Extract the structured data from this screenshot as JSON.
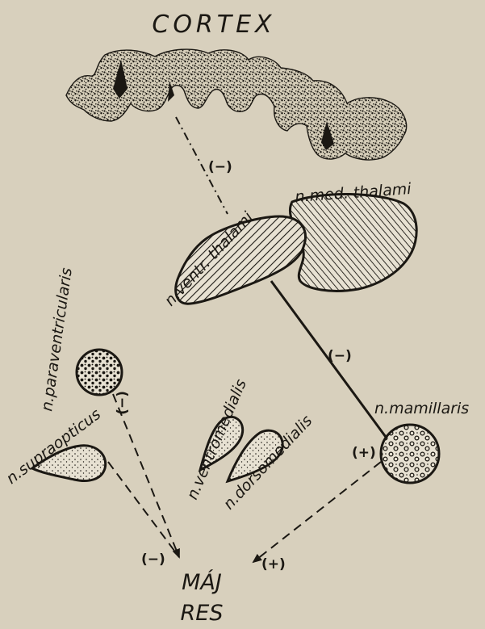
{
  "labels": {
    "cortex": "CORTEX",
    "n_ventr_thalami": "n.ventr. thalami",
    "n_med_thalami": "n.med. thalami",
    "n_paraventricularis": "n.paraventricularis",
    "n_supraopticus": "n.supraopticus",
    "n_ventromedialis": "n.ventromedialis",
    "n_dorsomedialis": "n.dorsomedialis",
    "n_mamillaris": "n.mamillaris",
    "maj": "MÁJ",
    "res": "RES"
  },
  "signs": {
    "cortex_to_thalamus": "(−)",
    "thalamus_to_mamillaris": "(−)",
    "paraventricularis_path": "(−)",
    "at_maj_left": "(−)",
    "at_maj_right": "(+)",
    "mamillaris_out": "(+)"
  },
  "colors": {
    "background": "#d8d0bd",
    "ink": "#1b1813",
    "fill_light": "#e7e1d2"
  }
}
